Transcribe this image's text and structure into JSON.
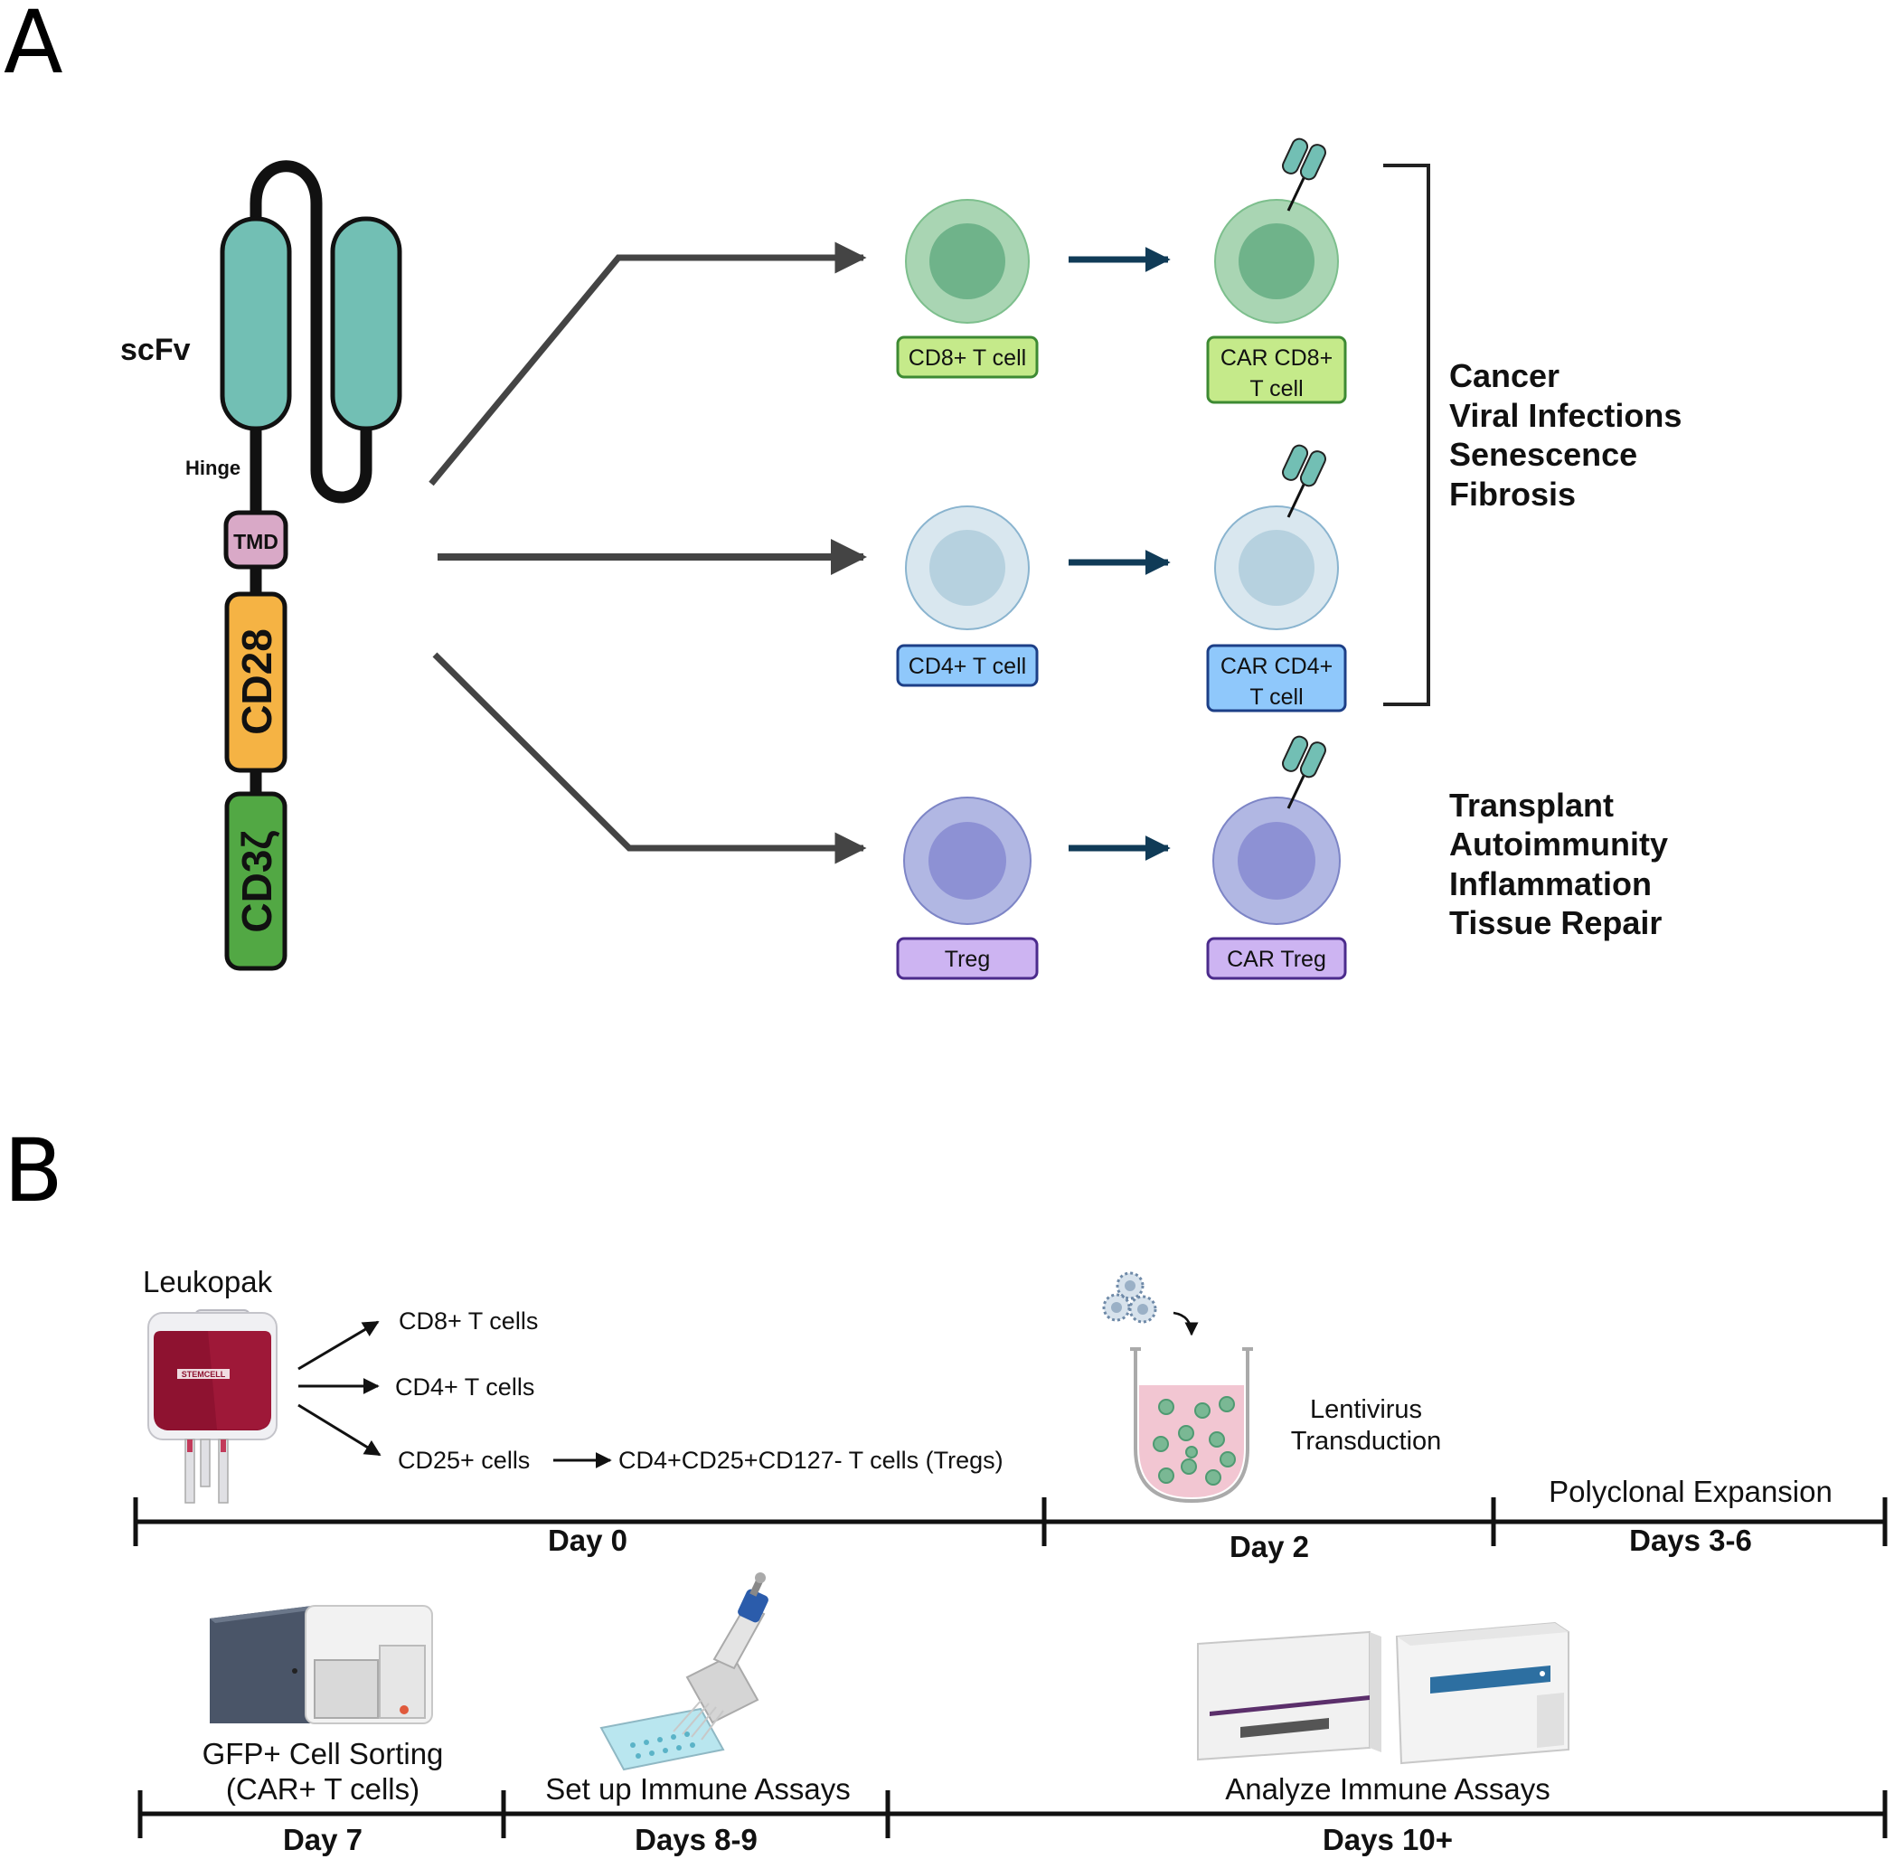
{
  "panel_a": {
    "label": "A",
    "car_construct": {
      "scfv": "scFv",
      "hinge": "Hinge",
      "tmd": "TMD",
      "cd28": "CD28",
      "cd3z": "CD3ζ"
    },
    "cells": {
      "cd8": "CD8+ T cell",
      "cd4": "CD4+ T cell",
      "treg": "Treg",
      "car_cd8_line1": "CAR CD8+",
      "car_cd8_line2": "T cell",
      "car_cd4_line1": "CAR CD4+",
      "car_cd4_line2": "T cell",
      "car_treg": "CAR Treg"
    },
    "applications_effector": [
      "Cancer",
      "Viral Infections",
      "Senescence",
      "Fibrosis"
    ],
    "applications_treg": [
      "Transplant",
      "Autoimmunity",
      "Inflammation",
      "Tissue Repair"
    ],
    "colors": {
      "scfv": "#72bfb4",
      "tmd": "#d9a9c7",
      "cd28": "#f5b344",
      "cd3z": "#52a844",
      "cd8_cell": "#a9d5b3",
      "cd4_cell": "#d9e7ef",
      "treg_cell": "#b1b7e3",
      "cd8_label": "#c5ea8a",
      "cd4_label": "#8fc8fb",
      "treg_label": "#cdb4f2"
    }
  },
  "panel_b": {
    "label": "B",
    "leukopak": "Leukopak",
    "bag_brand": "STEMCELL",
    "isolations": {
      "cd8": "CD8+ T cells",
      "cd4": "CD4+ T cells",
      "cd25": "CD25+ cells",
      "tregs": "CD4+CD25+CD127- T cells (Tregs)"
    },
    "transduction_line1": "Lentivirus",
    "transduction_line2": "Transduction",
    "expansion": "Polyclonal Expansion",
    "days_top": {
      "day0": "Day 0",
      "day2": "Day 2",
      "days36": "Days 3-6"
    },
    "sorting_line1": "GFP+ Cell Sorting",
    "sorting_line2": "(CAR+ T cells)",
    "setup": "Set up Immune Assays",
    "analyze": "Analyze Immune Assays",
    "days_bottom": {
      "day7": "Day 7",
      "days89": "Days 8-9",
      "days10": "Days 10+"
    }
  }
}
